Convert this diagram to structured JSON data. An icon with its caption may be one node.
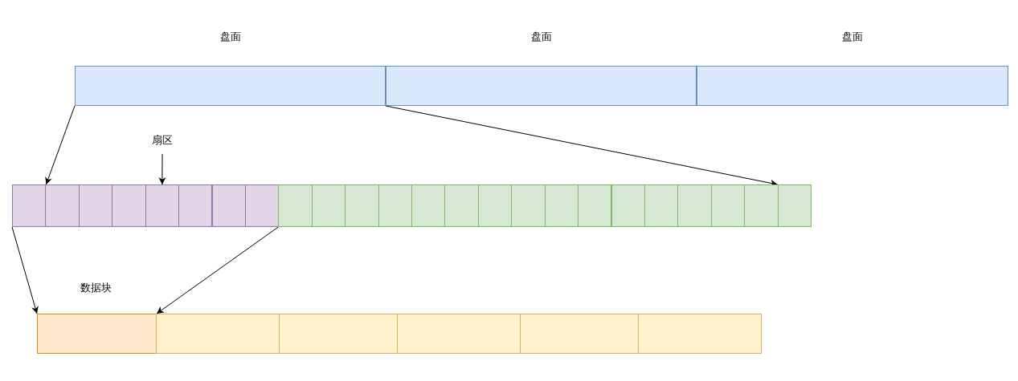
{
  "diagram": {
    "nodes": [
      {
        "text": [
          "盘面"
        ]
      },
      {
        "text": [
          "盘面"
        ]
      },
      {
        "text": [
          "盘面"
        ]
      },
      {
        "text": [
          "扇区"
        ]
      },
      {
        "text": [],
        "shape": "box"
      },
      {
        "text": [],
        "shape": "box"
      },
      {
        "text": [],
        "shape": "box"
      },
      {
        "text": [],
        "shape": "box"
      },
      {
        "text": [],
        "shape": "box"
      },
      {
        "text": [],
        "shape": "box"
      },
      {
        "text": [],
        "shape": "box"
      },
      {
        "text": [],
        "shape": "box"
      },
      {
        "text": [],
        "shape": "box"
      },
      {
        "text": [],
        "shape": "box"
      },
      {
        "text": [],
        "shape": "box"
      },
      {
        "text": [],
        "shape": "box"
      },
      {
        "text": [],
        "shape": "box"
      },
      {
        "text": [],
        "shape": "box"
      },
      {
        "text": [],
        "shape": "box"
      },
      {
        "text": [],
        "shape": "box"
      },
      {
        "text": [],
        "shape": "box"
      },
      {
        "text": [],
        "shape": "box"
      },
      {
        "text": [],
        "shape": "box"
      },
      {
        "text": [],
        "shape": "box"
      },
      {
        "text": [],
        "shape": "box"
      },
      {
        "text": [],
        "shape": "box"
      },
      {
        "text": [],
        "shape": "box"
      },
      {
        "text": [],
        "shape": "box"
      },
      {
        "text": [],
        "shape": "box"
      },
      {
        "text": [],
        "shape": "box"
      },
      {
        "text": [],
        "shape": "box"
      },
      {
        "text": [],
        "shape": "box"
      },
      {
        "text": [],
        "shape": "box"
      },
      {
        "text": [],
        "shape": "box"
      }
    ],
    "edges": [
      {
        "from": 0,
        "to": 4,
        "arrow": "to"
      },
      {
        "from": 0,
        "to": 27,
        "arrow": "to"
      },
      {
        "from": 3,
        "to": 8,
        "arrow": "to"
      },
      {
        "from": 4,
        "to": 28,
        "arrow": "to"
      },
      {
        "from": 11,
        "to": 28,
        "arrow": "to"
      }
    ],
    "labels": [
      "数据块"
    ]
  }
}
